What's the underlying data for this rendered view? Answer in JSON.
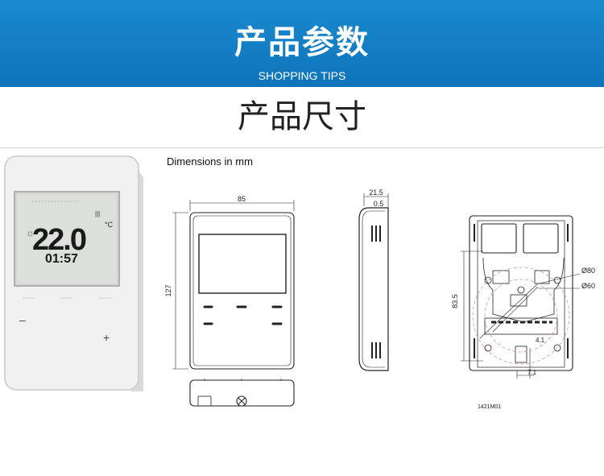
{
  "header": {
    "title": "产品参数",
    "subtitle": "SHOPPING TIPS",
    "bg_color": "#0f74b9"
  },
  "section": {
    "title": "产品尺寸"
  },
  "drawing": {
    "label": "Dimensions in mm",
    "dim_width": "85",
    "dim_height": "127",
    "dim_depth": "21.5",
    "dim_inset": "0.5",
    "dim_mount_height": "83.5",
    "dim_circle_large": "Ø80",
    "dim_circle_small": "Ø60",
    "dim_small_1": "4.1",
    "dim_small_2": "7.1",
    "drawing_code": "1421M01"
  },
  "device_display": {
    "temperature": "22.0",
    "unit": "°C",
    "time": "01:57",
    "minus_label": "–",
    "plus_label": "+"
  }
}
